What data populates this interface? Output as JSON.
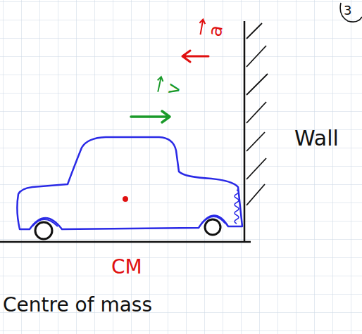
{
  "diagram": {
    "labels": [
      "3",
      "a",
      "v",
      "Wall",
      "CM",
      "Centre of mass"
    ]
  }
}
